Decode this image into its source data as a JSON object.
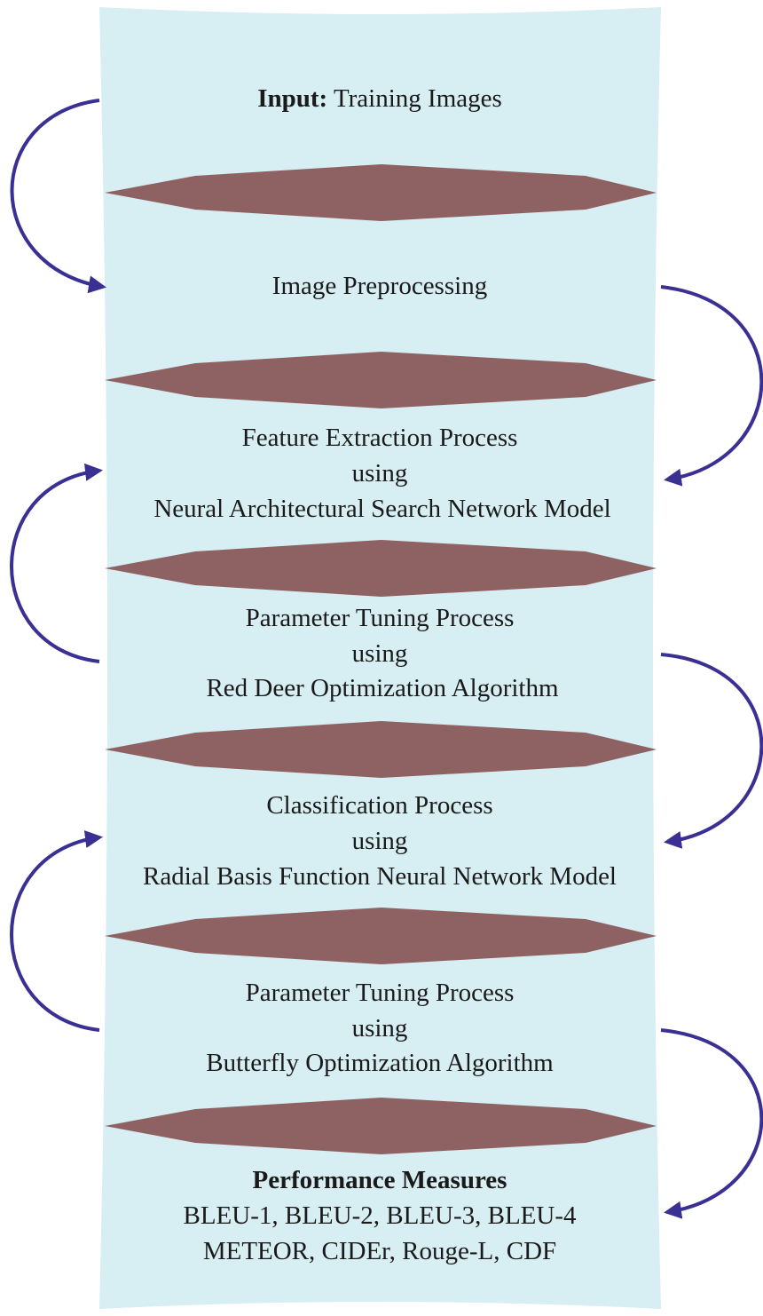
{
  "colors": {
    "panel": "#d7eef3",
    "separator": "#8e6162",
    "arrow": "#3a2f93",
    "text": "#1a1a1a"
  },
  "stages": [
    {
      "id": "input",
      "lines": [
        {
          "bold": "Input:",
          "text": " Training Images"
        }
      ]
    },
    {
      "id": "preprocessing",
      "lines": [
        {
          "bold": "",
          "text": "Image Preprocessing"
        }
      ]
    },
    {
      "id": "feature-extraction",
      "lines": [
        {
          "bold": "",
          "text": "Feature Extraction Process"
        },
        {
          "bold": "",
          "text": "using"
        },
        {
          "bold": "",
          "text": "Neural Architectural Search Network Model"
        }
      ]
    },
    {
      "id": "parameter-tuning-rdo",
      "lines": [
        {
          "bold": "",
          "text": "Parameter Tuning Process"
        },
        {
          "bold": "",
          "text": "using"
        },
        {
          "bold": "",
          "text": "Red Deer Optimization Algorithm"
        }
      ]
    },
    {
      "id": "classification",
      "lines": [
        {
          "bold": "",
          "text": "Classification Process"
        },
        {
          "bold": "",
          "text": "using"
        },
        {
          "bold": "",
          "text": "Radial Basis Function Neural Network Model"
        }
      ]
    },
    {
      "id": "parameter-tuning-boa",
      "lines": [
        {
          "bold": "",
          "text": "Parameter Tuning Process"
        },
        {
          "bold": "",
          "text": "using"
        },
        {
          "bold": "",
          "text": "Butterfly Optimization Algorithm"
        }
      ]
    },
    {
      "id": "performance",
      "lines": [
        {
          "bold": "Performance Measures",
          "text": ""
        },
        {
          "bold": "",
          "text": "BLEU-1, BLEU-2, BLEU-3, BLEU-4"
        },
        {
          "bold": "",
          "text": "METEOR, CIDEr, Rouge-L, CDF"
        }
      ]
    }
  ],
  "arrows": [
    {
      "side": "left",
      "from": "input",
      "to": "preprocessing"
    },
    {
      "side": "right",
      "from": "preprocessing",
      "to": "feature-extraction"
    },
    {
      "side": "left",
      "from": "parameter-tuning-rdo",
      "to": "feature-extraction"
    },
    {
      "side": "right",
      "from": "parameter-tuning-rdo",
      "to": "classification"
    },
    {
      "side": "left",
      "from": "parameter-tuning-boa",
      "to": "classification"
    },
    {
      "side": "right",
      "from": "parameter-tuning-boa",
      "to": "performance"
    }
  ]
}
